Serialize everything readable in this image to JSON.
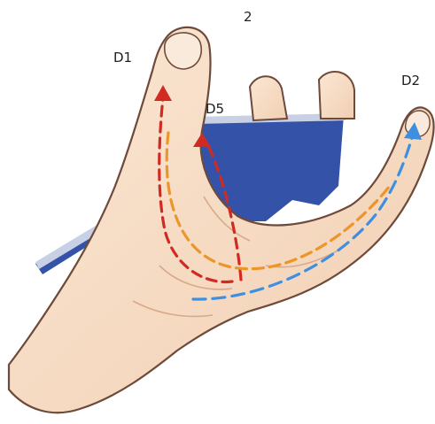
{
  "labels": {
    "top": "2",
    "d1": "D1",
    "d5": "D5",
    "d2": "D2"
  },
  "colors": {
    "skin": "#f6dcc4",
    "skin_shadow": "#e3b99a",
    "outline": "#6d4a3a",
    "card": "#3452a8",
    "card_edge": "#c7d0e4",
    "arrow_red": "#d12a22",
    "arrow_orange": "#ec9528",
    "arrow_blue": "#3f8fe0"
  },
  "icons": {
    "arrow_head": "triangle-arrowhead"
  }
}
